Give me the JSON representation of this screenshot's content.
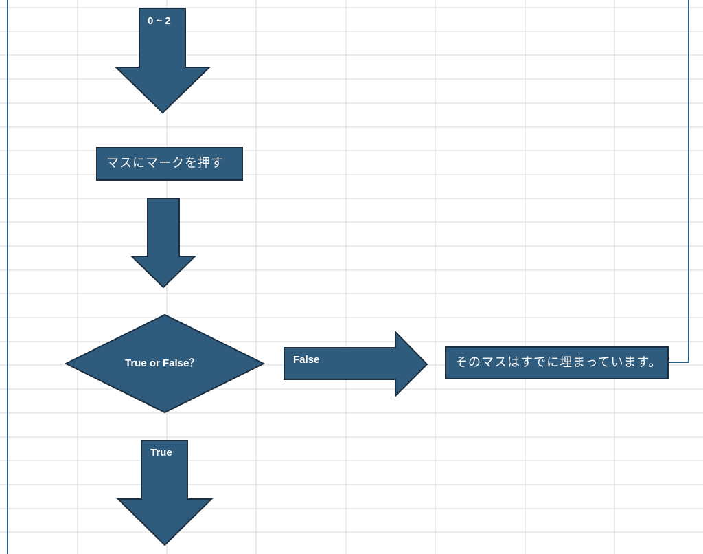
{
  "diagram": {
    "colors": {
      "shape_fill": "#2f5b7c",
      "shape_stroke": "#1b2f40",
      "text": "#ffffff",
      "grid": "#d9d9d9",
      "connector": "#2f5b7c"
    },
    "arrow_top_label": "0 ~ 2",
    "process_box_label": "マスにマークを押す",
    "decision_label": "True or False？",
    "false_arrow_label": "False",
    "message_box_label": "そのマスはすでに埋まっています。",
    "true_arrow_label": "True"
  }
}
